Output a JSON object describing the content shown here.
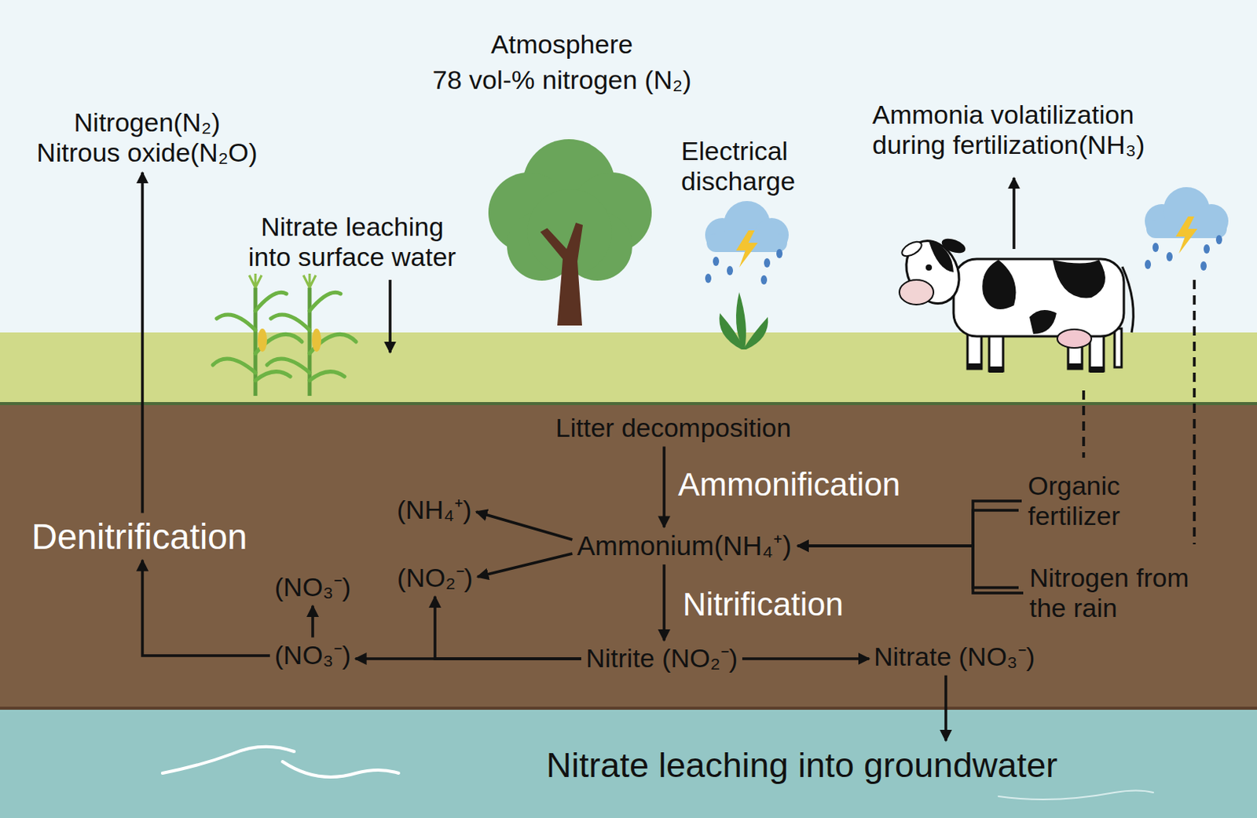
{
  "diagram": {
    "nodes": [
      {
        "text": [
          "Nitrogen(N₂)",
          "Nitrous oxide(N₂O)"
        ]
      },
      {
        "text": [
          "Litter decomposition"
        ]
      },
      {
        "text": [
          "Organic fertilizer"
        ]
      },
      {
        "text": [
          "(NH₄⁺)"
        ]
      },
      {
        "text": [
          "Denitrification"
        ]
      },
      {
        "text": [
          "Ammonium(NH₄⁺)"
        ]
      },
      {
        "text": [
          "Nitrogen from the rain"
        ]
      },
      {
        "text": [
          "(NO₃⁻)"
        ]
      },
      {
        "text": [
          "(NO₂⁻)"
        ]
      },
      {
        "text": [
          "(NO₃⁻)"
        ]
      },
      {
        "text": [
          "Nitrite (NO₂⁻)"
        ]
      },
      {
        "text": [
          "Nitrate (NO₃⁻)"
        ]
      },
      {
        "text": [
          "Nitrate leaching into groundwater"
        ]
      }
    ],
    "edges": [
      {
        "from": 4,
        "to": 0,
        "arrow": "to"
      },
      {
        "from": 1,
        "to": 5,
        "arrow": "to",
        "label": "Ammonification"
      },
      {
        "from": 5,
        "to": 3,
        "arrow": "to"
      },
      {
        "from": 5,
        "to": 8,
        "arrow": "to"
      },
      {
        "from": 5,
        "to": 10,
        "arrow": "to",
        "label": "Nitrification"
      },
      {
        "from": 10,
        "to": 11,
        "arrow": "to"
      },
      {
        "from": 11,
        "to": 12,
        "arrow": "to"
      },
      {
        "from": 10,
        "to": 9,
        "arrow": "to"
      },
      {
        "from": 10,
        "to": 8,
        "arrow": "to"
      },
      {
        "from": 9,
        "to": 7,
        "arrow": "to"
      },
      {
        "from": 9,
        "to": 4,
        "arrow": "to"
      },
      {
        "from": 2,
        "to": 5,
        "arrow": "to"
      },
      {
        "from": 6,
        "to": 5,
        "arrow": "to"
      }
    ],
    "labels": [
      "Atmosphere",
      "78 vol-% nitrogen (N₂)",
      "Nitrate leaching into surface water",
      "Electrical discharge",
      "Ammonia volatilization during fertilization(NH₃)"
    ]
  }
}
